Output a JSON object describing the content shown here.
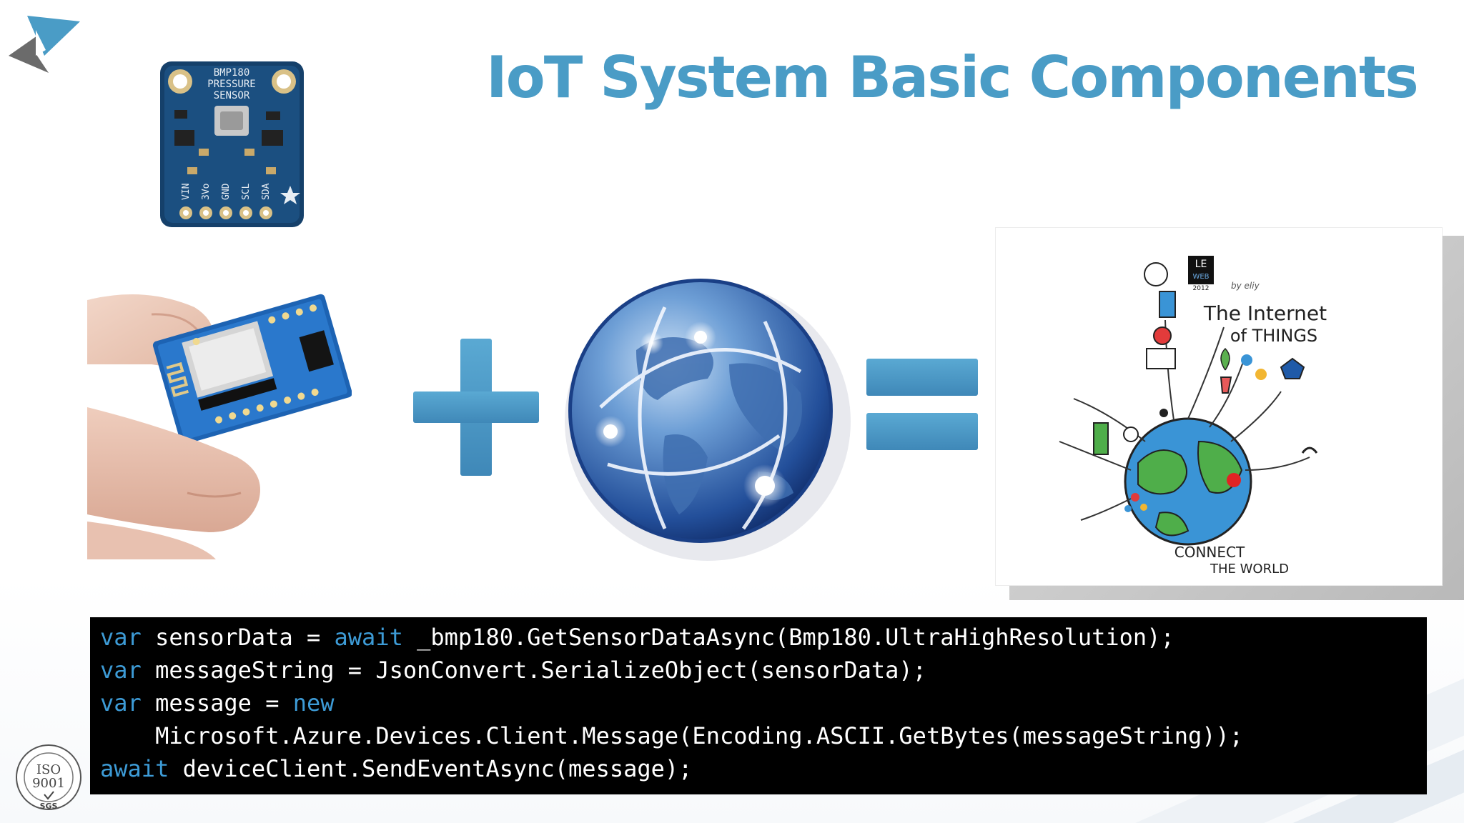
{
  "slide": {
    "title": "IoT System Basic Components"
  },
  "sensor_board": {
    "silkscreen_line1": "BMP180",
    "silkscreen_line2": "PRESSURE",
    "silkscreen_line3": "SENSOR",
    "pins": [
      "VIN",
      "3Vo",
      "GND",
      "SCL",
      "SDA"
    ]
  },
  "iot_illustration": {
    "badge_top": "LE",
    "badge_mid": "WEB",
    "badge_year": "2012",
    "byline": "by eliy",
    "headline_line1": "The Internet",
    "headline_line2": "of THINGS",
    "footer_line1": "CONNECT",
    "footer_line2": "THE WORLD"
  },
  "code": {
    "line1": {
      "kw1": "var",
      "text1": " sensorData = ",
      "kw2": "await",
      "text2": " _bmp180.GetSensorDataAsync(Bmp180.UltraHighResolution);"
    },
    "line2": {
      "kw1": "var",
      "text1": " messageString = JsonConvert.SerializeObject(sensorData);"
    },
    "line3": {
      "kw1": "var",
      "text1": " message = ",
      "kw2": "new"
    },
    "line4": {
      "text1": "    Microsoft.Azure.Devices.Client.Message(Encoding.ASCII.GetBytes(messageString));"
    },
    "line5": {
      "kw1": "await",
      "text1": " deviceClient.SendEventAsync(message);"
    }
  },
  "iso_badge": {
    "top": "ISO",
    "number": "9001",
    "footer": "SGS"
  },
  "colors": {
    "title": "#4a9cc6",
    "accent_blue": "#4a9cc6",
    "code_bg": "#000000",
    "code_keyword": "#3d9bd6",
    "code_text": "#ffffff"
  },
  "icons": [
    "arrow-logo-icon",
    "plus-icon",
    "globe-icon",
    "equals-icon",
    "iso-badge-icon"
  ]
}
